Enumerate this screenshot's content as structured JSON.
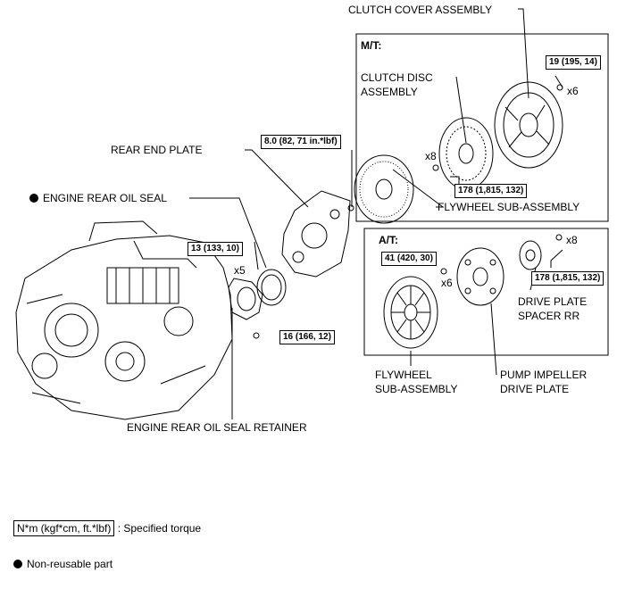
{
  "labels": {
    "clutch_cover": "CLUTCH COVER ASSEMBLY",
    "mt_header": "M/T:",
    "clutch_disc_l1": "CLUTCH DISC",
    "clutch_disc_l2": "ASSEMBLY",
    "rear_end_plate": "REAR END PLATE",
    "engine_rear_oil_seal": "ENGINE REAR OIL SEAL",
    "flywheel_mt": "FLYWHEEL SUB-ASSEMBLY",
    "at_header": "A/T:",
    "drive_plate_spacer_l1": "DRIVE PLATE",
    "drive_plate_spacer_l2": "SPACER RR",
    "flywheel_at_l1": "FLYWHEEL",
    "flywheel_at_l2": "SUB-ASSEMBLY",
    "pump_impeller_l1": "PUMP IMPELLER",
    "pump_impeller_l2": "DRIVE PLATE",
    "oil_seal_retainer": "ENGINE REAR OIL SEAL RETAINER"
  },
  "torques": {
    "clutch_cover": "19 (195, 14)",
    "rear_end_plate": "8.0 (82, 71 in.*lbf)",
    "flywheel_mt": "178 (1,815, 132)",
    "oil_seal_bolt": "13 (133, 10)",
    "retainer_bolt": "16 (166, 12)",
    "at_flywheel": "41 (420, 30)",
    "drive_plate": "178 (1,815, 132)"
  },
  "counts": {
    "clutch_cover": "x6",
    "flywheel_mt": "x8",
    "oil_seal_bolt": "x5",
    "at_flywheel": "x6",
    "drive_plate": "x8"
  },
  "legend": {
    "torque_box": "N*m (kgf*cm, ft.*lbf)",
    "torque_desc": ": Specified torque",
    "nonreusable": "Non-reusable part"
  }
}
